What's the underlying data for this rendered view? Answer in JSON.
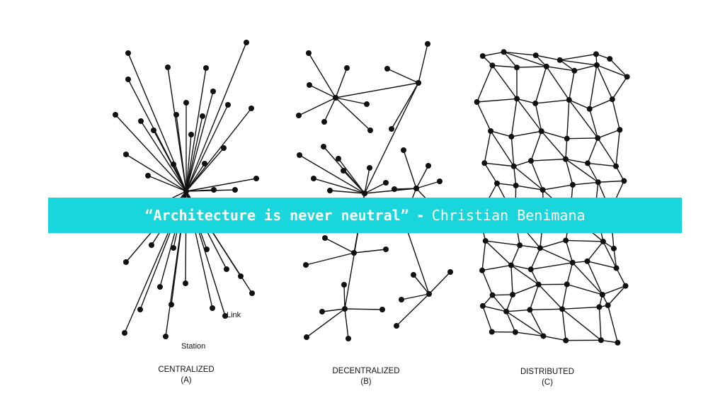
{
  "banner": {
    "quote": "“Architecture is never neutral”",
    "separator": "-",
    "author": "Christian Benimana",
    "color": "#19d6dc"
  },
  "diagrams": [
    {
      "name": "CENTRALIZED",
      "letter": "(A)"
    },
    {
      "name": "DECENTRALIZED",
      "letter": "(B)"
    },
    {
      "name": "DISTRIBUTED",
      "letter": "(C)"
    }
  ],
  "annotations": {
    "link": "Link",
    "station": "Station"
  }
}
